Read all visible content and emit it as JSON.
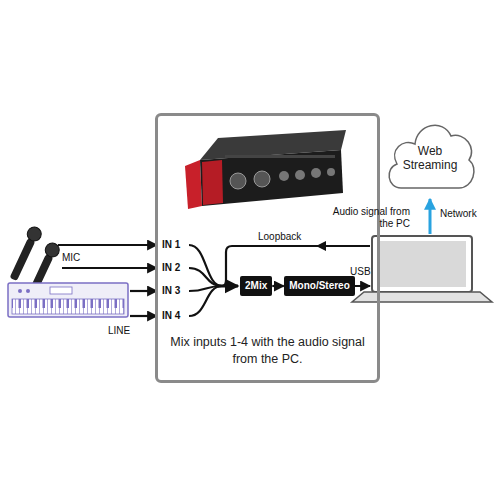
{
  "diagram": {
    "nodes": [
      {
        "text": [
          "Mix inputs 1-4 with the audio signal from the PC."
        ]
      },
      {
        "text": [
          "2Mix"
        ],
        "in": 0
      },
      {
        "text": [
          "Mono/Stereo"
        ],
        "in": 0
      },
      {
        "text": [
          "Web Streaming"
        ]
      }
    ],
    "edges": [
      {
        "from": 1,
        "to": 2,
        "arrow": "to"
      }
    ],
    "labels": [
      "Audio signal from the PC",
      "Network",
      "Loopback",
      "IN 1",
      "MIC",
      "IN 2",
      "USB",
      "IN 3",
      "IN 4",
      "LINE"
    ]
  }
}
